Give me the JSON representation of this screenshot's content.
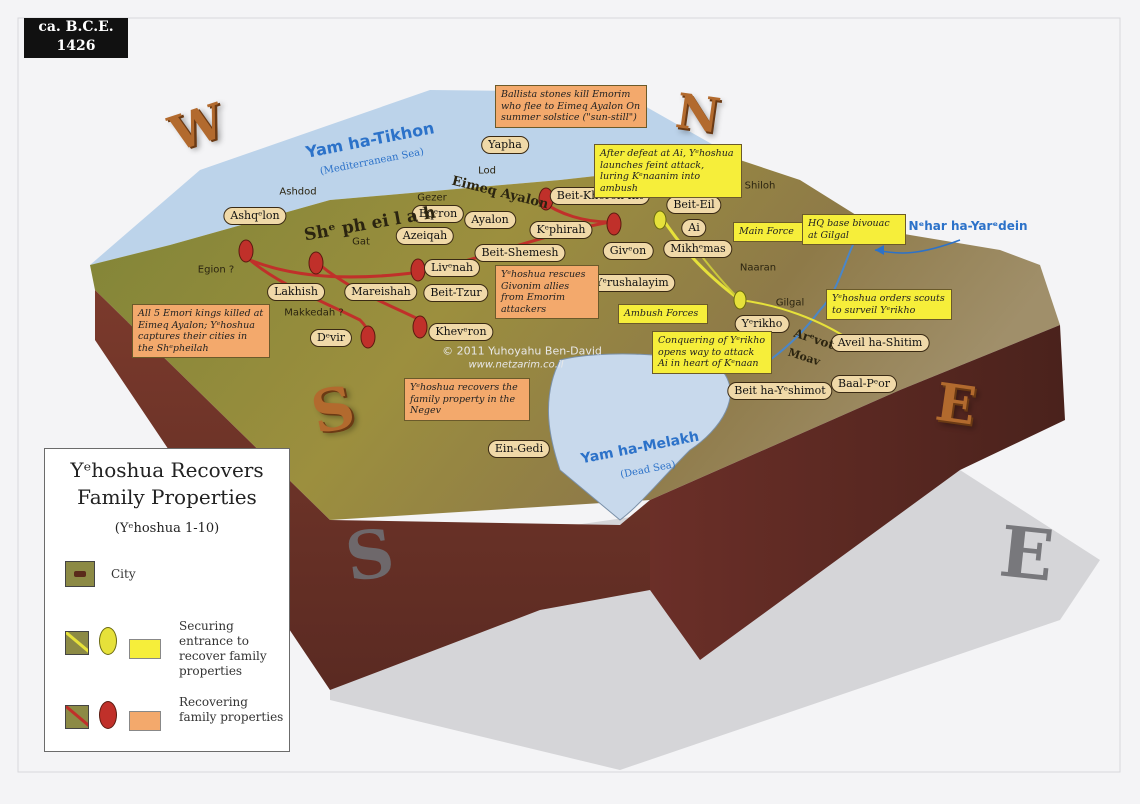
{
  "date_box": {
    "line1": "ca. B.C.E.",
    "line2": "1426"
  },
  "compass": {
    "west": "W",
    "north": "N",
    "south": "S",
    "east": "E"
  },
  "seas": {
    "mediterranean": {
      "name": "Yam ha-Tikhon",
      "sub": "(Mediterranean Sea)"
    },
    "dead": {
      "name": "Yam ha-Melakh",
      "sub": "(Dead Sea)"
    },
    "jordan": "Nᵉhar ha-Yarᵉdein"
  },
  "cities": [
    {
      "id": "yapha",
      "label": "Yapha"
    },
    {
      "id": "beit-khoron",
      "label": "Beit-Khoron Ilit"
    },
    {
      "id": "beit-eil",
      "label": "Beit-Eil"
    },
    {
      "id": "ai",
      "label": "Ai"
    },
    {
      "id": "mikhmas",
      "label": "Mikhᵉmas"
    },
    {
      "id": "ashqlon",
      "label": "Ashqᵉlon"
    },
    {
      "id": "eqron",
      "label": "Eqᵉron"
    },
    {
      "id": "azeiqah",
      "label": "Azeiqah"
    },
    {
      "id": "ayalon",
      "label": "Ayalon"
    },
    {
      "id": "kphirah",
      "label": "Kᵉphirah"
    },
    {
      "id": "givon",
      "label": "Givᵉon"
    },
    {
      "id": "beit-shemesh",
      "label": "Beit-Shemesh"
    },
    {
      "id": "livnah",
      "label": "Livᵉnah"
    },
    {
      "id": "lakhish",
      "label": "Lakhish"
    },
    {
      "id": "mareishah",
      "label": "Mareishah"
    },
    {
      "id": "beit-tzur",
      "label": "Beit-Tzur"
    },
    {
      "id": "yrushalayim",
      "label": "Yᵉrushalayim"
    },
    {
      "id": "dvir",
      "label": "Dᵉvir"
    },
    {
      "id": "khevron",
      "label": "Khevᵉron"
    },
    {
      "id": "yrikho",
      "label": "Yᵉrikho"
    },
    {
      "id": "aveil",
      "label": "Aveil ha-Shitim"
    },
    {
      "id": "baal-por",
      "label": "Baal-Pᵉor"
    },
    {
      "id": "beit-yshimot",
      "label": "Beit ha-Yᵉshimot"
    },
    {
      "id": "ein-gedi",
      "label": "Ein-Gedi"
    }
  ],
  "places": [
    {
      "id": "lod",
      "label": "Lod"
    },
    {
      "id": "ashdod",
      "label": "Ashdod"
    },
    {
      "id": "gezer",
      "label": "Gezer"
    },
    {
      "id": "gat",
      "label": "Gat"
    },
    {
      "id": "egion",
      "label": "Egion ?"
    },
    {
      "id": "makkedah",
      "label": "Makkedah ?"
    },
    {
      "id": "shiloh",
      "label": "Shiloh"
    },
    {
      "id": "naaran",
      "label": "Naaran"
    },
    {
      "id": "gilgal",
      "label": "Gilgal"
    }
  ],
  "regions": [
    {
      "id": "shpheilah",
      "label": "Shᵉ ph ei l a h"
    },
    {
      "id": "eimeq",
      "label": "Eimeq Ayalon"
    },
    {
      "id": "arvot",
      "label": "Arᵉvot"
    },
    {
      "id": "moav",
      "label": "Moav"
    }
  ],
  "notes": [
    {
      "id": "ballista",
      "color": "orange",
      "text": "Ballista stones kill Emorim who flee to Eimeq Ayalon On summer solstice (\"sun-still\")"
    },
    {
      "id": "feint",
      "color": "yellow",
      "text": "After defeat at Ai, Yᵉhoshua launches feint attack, luring Kᵉnaanim into ambush"
    },
    {
      "id": "hq",
      "color": "yellow",
      "text": "HQ base bivouac at Gilgal"
    },
    {
      "id": "main-force",
      "color": "yellow",
      "text": "Main Force"
    },
    {
      "id": "rescues",
      "color": "orange",
      "text": "Yᵉhoshua rescues Givonim allies from Emorim attackers"
    },
    {
      "id": "ambush",
      "color": "yellow",
      "text": "Ambush Forces"
    },
    {
      "id": "scouts",
      "color": "yellow",
      "text": "Yᵉhoshua orders scouts to surveil Yᵉrikho"
    },
    {
      "id": "conquering",
      "color": "yellow",
      "text": "Conquering of Yᵉrikho opens way to attack Ai in heart of Kᵉnaan"
    },
    {
      "id": "kings",
      "color": "orange",
      "text": "All 5 Emori kings killed at Eimeq Ayalon; Yᵉhoshua captures their cities in the Shᵉpheilah"
    },
    {
      "id": "negev",
      "color": "orange",
      "text": "Yᵉhoshua recovers the family property in the Negev"
    }
  ],
  "copyright": {
    "line1": "© 2011 Yuhoyahu Ben-David",
    "line2": "www.netzarim.co.il"
  },
  "legend": {
    "title": "Yᵉhoshua Recovers Family Properties",
    "subtitle": "(Yᵉhoshua 1-10)",
    "items": [
      {
        "id": "city",
        "label": "City"
      },
      {
        "id": "securing",
        "label": "Securing entrance to recover family properties"
      },
      {
        "id": "recovering",
        "label": "Recovering family properties"
      }
    ]
  },
  "colors": {
    "orange_note": "#f3a96c",
    "yellow_note": "#f6ee3a",
    "route_red": "#c0302a",
    "route_yellow": "#e6e13a",
    "sea_blue": "#2c72c9"
  }
}
